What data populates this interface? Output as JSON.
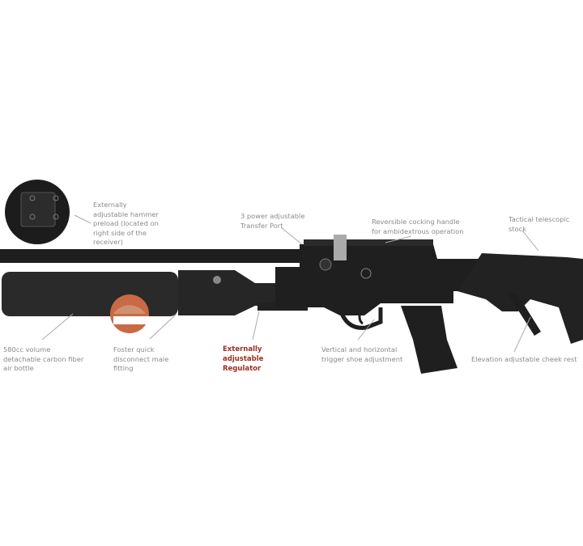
{
  "callouts": {
    "hammer": "Externally\nadjustable hammer\npreload (located on\nright side of the\nreceiver)",
    "transfer_port": "3 power adjustable\nTransfer Port",
    "cocking_handle": "Reversible cocking handle\nfor ambidextrous operation",
    "stock": "Tactical telescopic\nstock",
    "air_bottle": "580cc volume\ndetachable carbon fiber\nair bottle",
    "foster": "Foster quick\ndisconnect male\nfitting",
    "regulator": "Externally\nadjustable\nRegulator",
    "trigger": "Vertical and horizontal\ntrigger shoe adjustment",
    "cheek_rest": "Elevation adjustable cheek rest"
  },
  "colors": {
    "highlight": "#9b2e22",
    "label": "#8a8a8a",
    "rifle": "#1f1f1f"
  }
}
